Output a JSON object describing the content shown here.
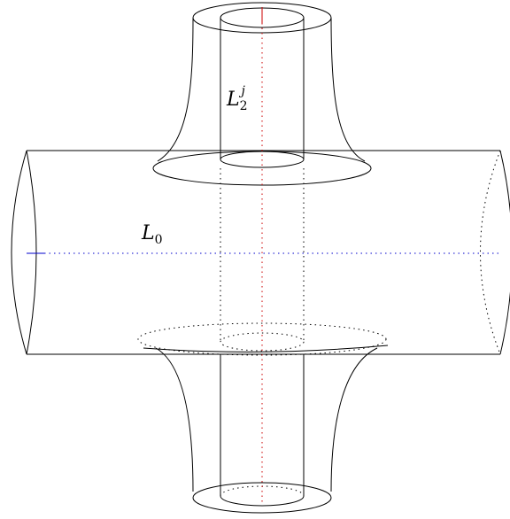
{
  "labels": {
    "l0": {
      "main": "L",
      "sub": "0"
    },
    "l2": {
      "main": "L",
      "sub": "2",
      "sup": "j"
    }
  },
  "colors": {
    "outline": "#000000",
    "horizontal_axis": "#0000cc",
    "vertical_axis": "#cc0000"
  }
}
